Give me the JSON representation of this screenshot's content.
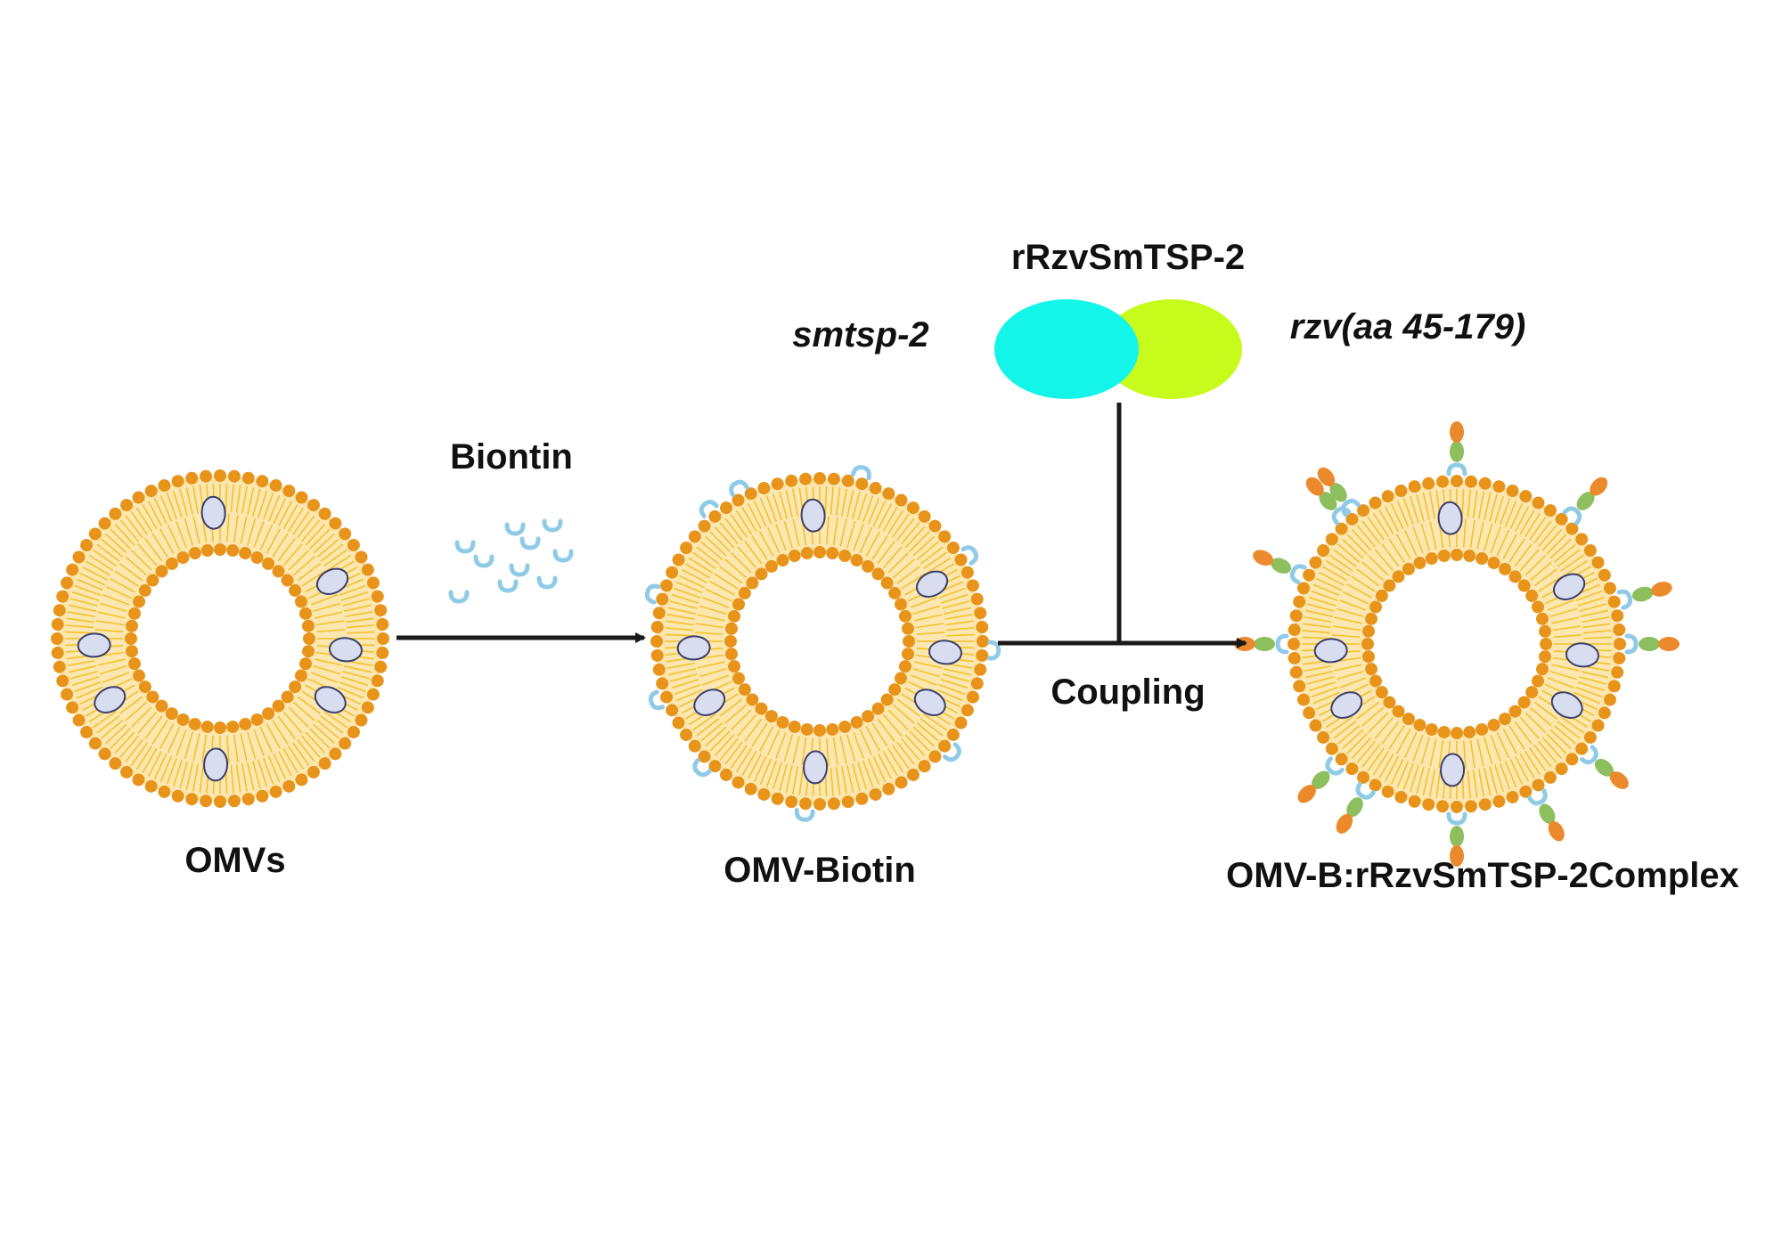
{
  "labels": {
    "omvs": "OMVs",
    "biotin_reagent": "Biontin",
    "omv_biotin": "OMV-Biotin",
    "protein_name": "rRzvSmTSP-2",
    "smtsp_domain": "smtsp-2",
    "rzv_domain": "rzv(aa 45-179)",
    "coupling": "Coupling",
    "complex": "OMV-B:rRzvSmTSP-2Complex"
  },
  "colors": {
    "lipid_head": "#E8941A",
    "lipid_tail": "#F2C12E",
    "membrane_fill": "#FCE7B0",
    "inner_fill": "#ffffff",
    "protein_fill": "#D9DDF0",
    "protein_stroke": "#3A3F6B",
    "biotin": "#8FCBE6",
    "smtsp_domain": "#12F5E8",
    "rzv_domain": "#C6FB1C",
    "complex_green": "#8DBF5E",
    "complex_orange": "#EB8A2C",
    "arrow": "#1a1a1a"
  },
  "icons": {
    "biotin": "biotin-cup-icon",
    "membrane_protein": "membrane-protein-icon"
  }
}
